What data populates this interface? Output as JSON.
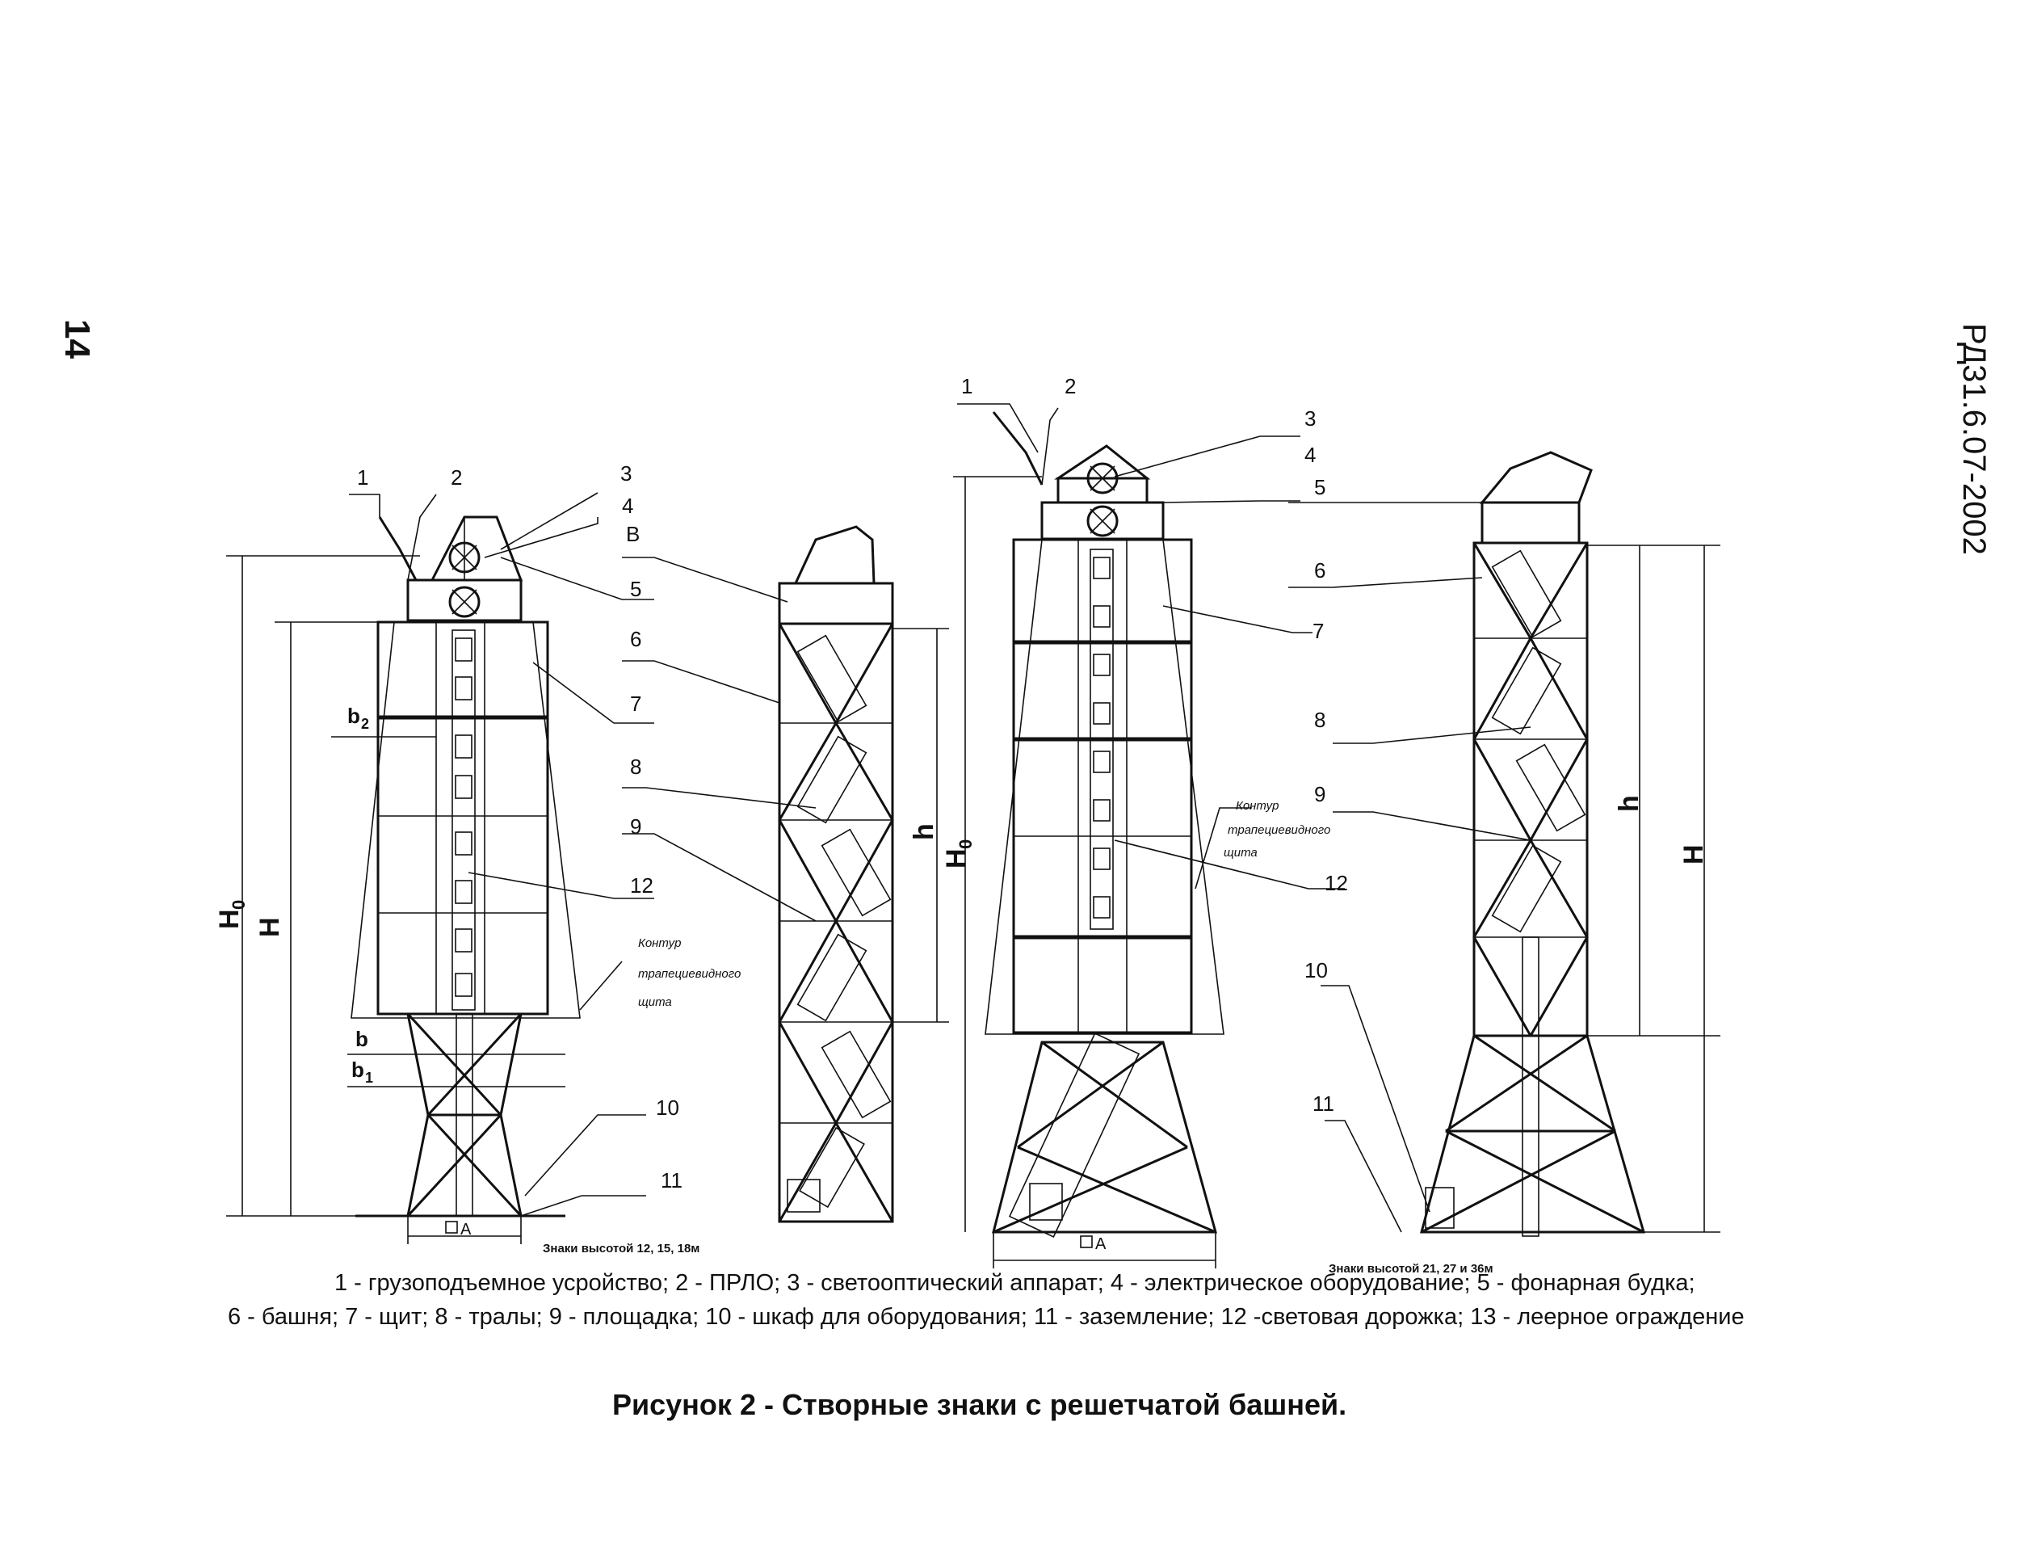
{
  "header": {
    "page_number": "14",
    "doc_code": "РД31.6.07-2002"
  },
  "figure": {
    "callouts": {
      "n1": "1",
      "n2": "2",
      "n3": "3",
      "n4": "4",
      "n5": "5",
      "n6": "6",
      "n7": "7",
      "n8": "8",
      "n9": "9",
      "n10": "10",
      "n11": "11",
      "n12": "12",
      "nB": "В"
    },
    "dimensions": {
      "H0": "H",
      "H0_sub": "0",
      "H": "H",
      "h": "h",
      "b": "b",
      "b1": "b",
      "b1_sub": "1",
      "b2": "b",
      "b2_sub": "2",
      "A": "A"
    },
    "annotation_contour": [
      "Контур",
      "трапециевидного",
      "щита"
    ],
    "caption_small": "Знаки высотой 12, 15, 18м",
    "caption_large": "Знаки высотой 21, 27 и 36м"
  },
  "legend": {
    "line1": "1 - грузоподъемное усройство; 2 - ПРЛО; 3 - светооптический аппарат; 4 - электрическое оборудование; 5 - фонарная будка;",
    "line2": "6 - башня; 7 - щит; 8 - тралы; 9 - площадка; 10 - шкаф для оборудования; 11 - заземление; 12 -световая дорожка; 13 - леерное ограждение"
  },
  "caption": "Рисунок 2 - Створные знаки с решетчатой башней."
}
